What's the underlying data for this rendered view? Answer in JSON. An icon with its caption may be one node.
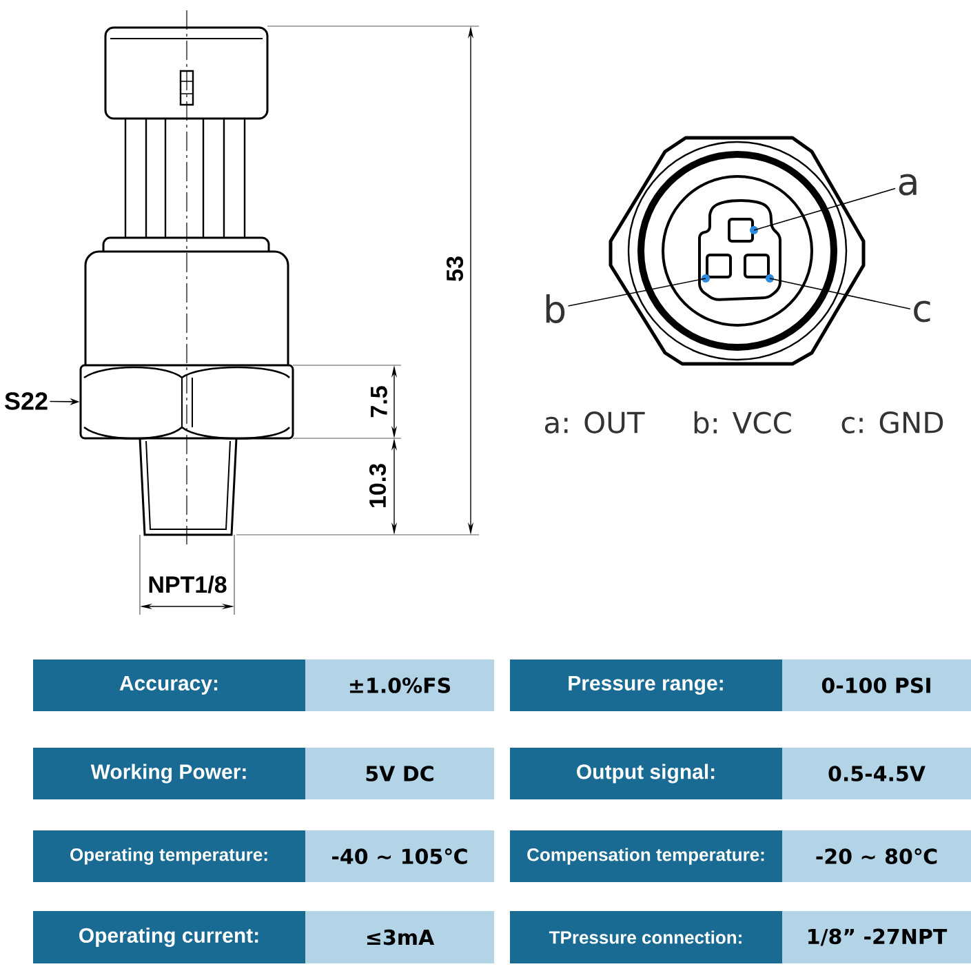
{
  "diagram": {
    "nodes": [
      {
        "text": [
          "a"
        ]
      },
      {
        "text": [],
        "shape": "box"
      },
      {
        "text": [
          "b"
        ]
      },
      {
        "text": [],
        "shape": "box"
      },
      {
        "text": [
          "c"
        ]
      },
      {
        "text": [],
        "shape": "box"
      },
      {
        "text": [
          "S22"
        ]
      },
      {
        "text": [],
        "shape": "picture"
      }
    ],
    "edges": [
      {
        "from": 0,
        "to": 1,
        "arrow": "none"
      },
      {
        "from": 2,
        "to": 3,
        "arrow": "none"
      },
      {
        "from": 4,
        "to": 5,
        "arrow": "none"
      },
      {
        "from": 6,
        "to": 7,
        "arrow": "to"
      }
    ],
    "labels": [
      "53",
      "7.5",
      "10.3",
      "NPT1/8",
      "a: OUT",
      "b: VCC",
      "c: GND",
      "Accuracy:",
      "±1.0%FS",
      "Pressure range:",
      "0-100 PSI",
      "Working Power:",
      "5V DC",
      "Output signal:",
      "0.5-4.5V",
      "Operating temperature:",
      "-40 ~ 105℃",
      "Compensation temperature:",
      "-20 ~ 80℃",
      "Operating current:",
      "≤3mA",
      "TPressure connection:",
      "1/8” -27NPT"
    ]
  }
}
